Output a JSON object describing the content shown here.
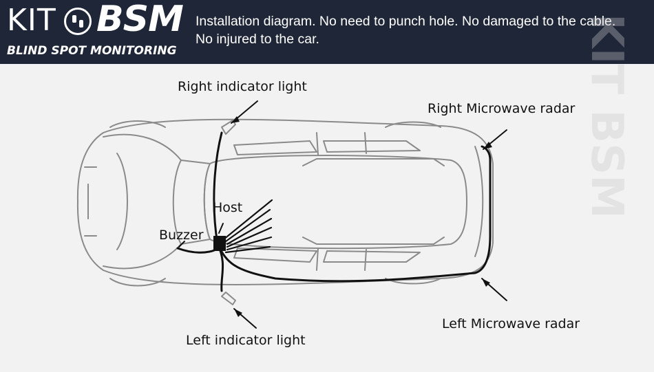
{
  "brand": {
    "kit": "KIT",
    "bsm": "BSM",
    "subtitle": "BLIND SPOT MONITORING"
  },
  "header": {
    "line1": "Installation diagram. No need to punch hole. No damaged to the cable.",
    "line2": "No injured to the car."
  },
  "labels": {
    "right_indicator": "Right indicator light",
    "right_radar": "Right Microwave radar",
    "host": "Host",
    "buzzer": "Buzzer",
    "left_radar": "Left Microwave radar",
    "left_indicator": "Left indicator light"
  },
  "watermark": "KIT BSM",
  "colors": {
    "header_bg": "#1f2638",
    "background": "#f2f2f2",
    "outline": "#8a8a8a",
    "wire": "#111111"
  }
}
